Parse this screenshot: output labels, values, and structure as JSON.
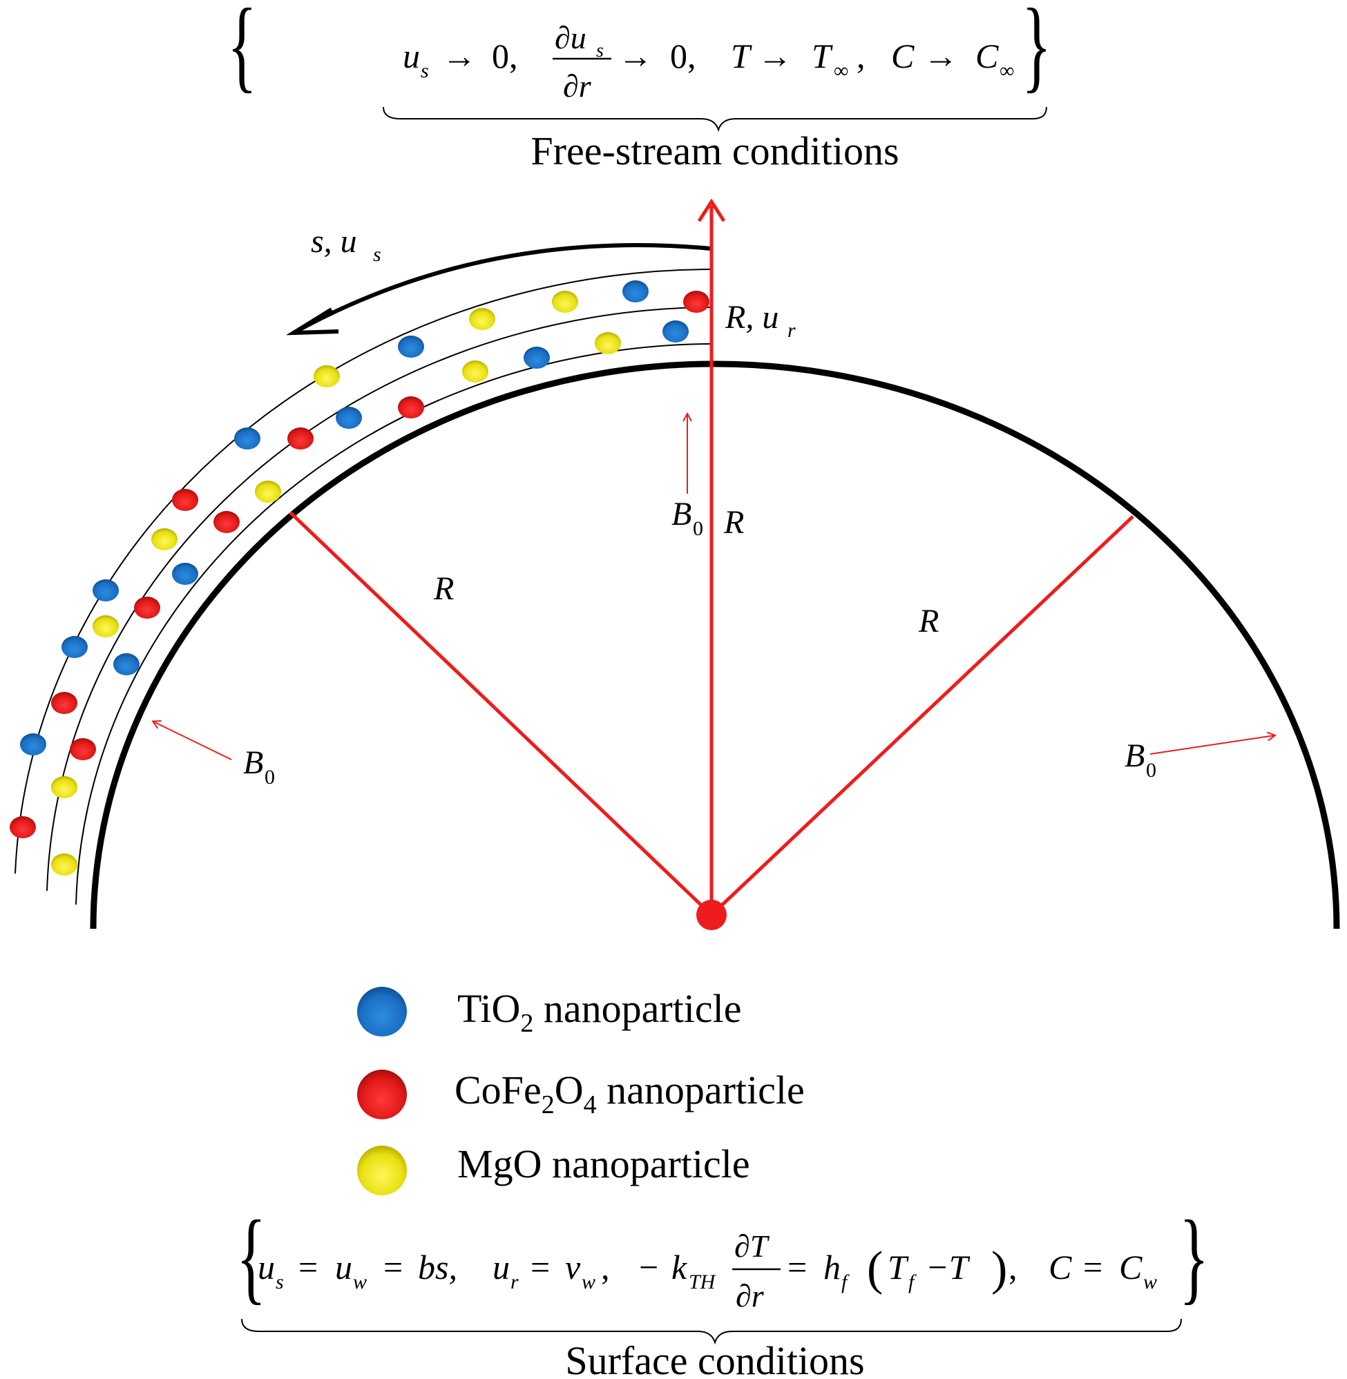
{
  "free_stream": {
    "equation_parts": {
      "us": "u",
      "us_sub": "s",
      "arrow": "→",
      "zero": "0,",
      "d_num": "∂u",
      "d_num_sub": "s",
      "d_den": "∂r",
      "zero2": "0,",
      "T": "T",
      "Tinf": "T",
      "Tinf_sub": "∞",
      "comma3": ",",
      "C": "C",
      "Cinf": "C",
      "Cinf_sub": "∞"
    },
    "label": "Free-stream conditions"
  },
  "surface": {
    "equation_parts": {
      "us": "u",
      "us_sub": "s",
      "eq1": "=",
      "uw": "u",
      "uw_sub": "w",
      "eq2": "=",
      "bs": "bs,",
      "ur": "u",
      "ur_sub": "r",
      "eq3": "=",
      "vw": "v",
      "vw_sub": "w",
      "comma": ",",
      "minus": "−",
      "k": "k",
      "k_sub": "TH",
      "dT": "∂T",
      "dr": "∂r",
      "eq4": "=",
      "hf": "h",
      "hf_sub": "f",
      "lp": "(",
      "Tf": "T",
      "Tf_sub": "f",
      "minusT": "−T",
      "rp": ")",
      "comma2": ",",
      "C": "C",
      "eq5": "=",
      "Cw": "C",
      "Cw_sub": "w"
    },
    "label": "Surface conditions"
  },
  "annotations": {
    "s_us": "s, u",
    "s_us_sub": "s",
    "R_ur": "R, u",
    "R_ur_sub": "r",
    "B0_center": "B",
    "B0_center_sub": "0",
    "R_center": "R",
    "R_left": "R",
    "R_right": "R",
    "B0_left": "B",
    "B0_left_sub": "0",
    "B0_right": "B",
    "B0_right_sub": "0"
  },
  "legend": [
    {
      "pre": "TiO",
      "sub": "2",
      "post": " nanoparticle",
      "mid": "",
      "sub2": "",
      "color": "#1a6fc4"
    },
    {
      "pre": "CoFe",
      "sub": "2",
      "mid": "O",
      "sub2": "4",
      "post": " nanoparticle",
      "color": "#e01818"
    },
    {
      "pre": "MgO nanoparticle",
      "sub": "",
      "mid": "",
      "sub2": "",
      "post": "",
      "color": "#e8e010"
    }
  ],
  "colors": {
    "tio2": "#1a6fc4",
    "cofe2o4": "#e01818",
    "mgo": "#e8e010",
    "radius_lines": "#ee1c1c",
    "surface": "#000000"
  }
}
